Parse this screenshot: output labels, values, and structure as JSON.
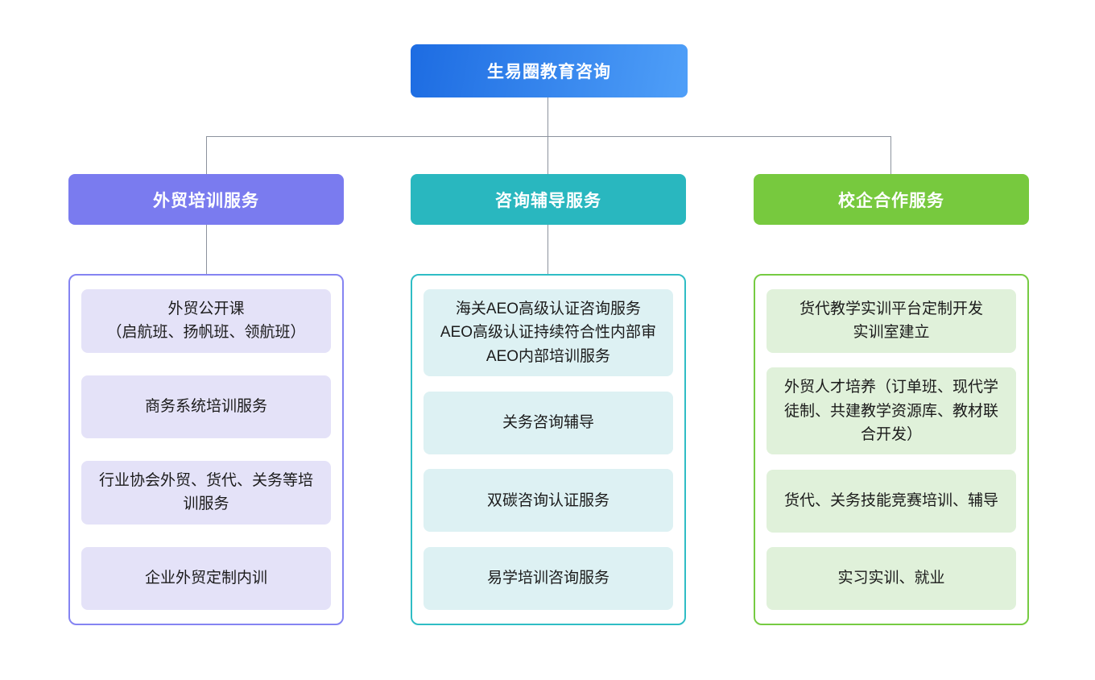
{
  "diagram": {
    "root": {
      "label": "生易圈教育咨询"
    },
    "colors": {
      "background": "#FFFFFF",
      "root_gradient_from": "#1D6CE2",
      "root_gradient_to": "#4F9FF8",
      "connector": "#8C939E",
      "header_text": "#FFFFFF",
      "item_text": "#1B1B1B"
    },
    "branches": [
      {
        "label": "外贸培训服务",
        "header_color": "#7A7BEF",
        "outline_color": "#8584F2",
        "item_bg": "#E4E2F8",
        "items": [
          "外贸公开课\n（启航班、扬帆班、领航班）",
          "商务系统培训服务",
          "行业协会外贸、货代、关务等培训服务",
          "企业外贸定制内训"
        ]
      },
      {
        "label": "咨询辅导服务",
        "header_color": "#29B7BF",
        "outline_color": "#2FBDC5",
        "item_bg": "#DDF1F3",
        "items": [
          "海关AEO高级认证咨询服务\nAEO高级认证持续符合性内部审\nAEO内部培训服务",
          "关务咨询辅导",
          "双碳咨询认证服务",
          "易学培训咨询服务"
        ]
      },
      {
        "label": "校企合作服务",
        "header_color": "#77C93E",
        "outline_color": "#76CB42",
        "item_bg": "#E0F1DA",
        "items": [
          "货代教学实训平台定制开发\n实训室建立",
          "外贸人才培养（订单班、现代学徒制、共建教学资源库、教材联合开发）",
          "货代、关务技能竞赛培训、辅导",
          "实习实训、就业"
        ]
      }
    ]
  }
}
